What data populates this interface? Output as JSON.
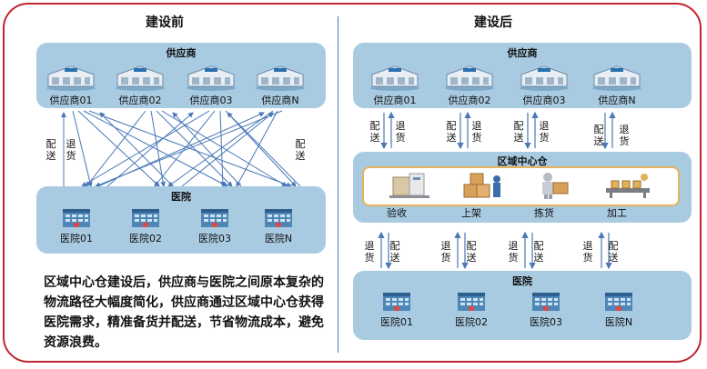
{
  "before": {
    "title": "建设前",
    "supplier_panel": "供应商",
    "suppliers": [
      "供应商01",
      "供应商02",
      "供应商03",
      "供应商N"
    ],
    "hospital_panel": "医院",
    "hospitals": [
      "医院01",
      "医院02",
      "医院03",
      "医院N"
    ],
    "deliver": "配送",
    "return": "退货",
    "summary": "区域中心仓建设后，供应商与医院之间原本复杂的物流路径大幅度简化，供应商通过区域中心仓获得医院需求，精准备货并配送，节省物流成本，避免资源浪费。"
  },
  "after": {
    "title": "建设后",
    "supplier_panel": "供应商",
    "suppliers": [
      "供应商01",
      "供应商02",
      "供应商03",
      "供应商N"
    ],
    "hub_title": "区域中心仓",
    "hub_steps": [
      "验收",
      "上架",
      "拣货",
      "加工"
    ],
    "hospital_panel": "医院",
    "hospitals": [
      "医院01",
      "医院02",
      "医院03",
      "医院N"
    ],
    "deliver": "配送",
    "return": "退货"
  },
  "colors": {
    "border": "#c0262e",
    "panel": "#a9cbe2",
    "arrow": "#4a78b8",
    "hub_border": "#e6b35c"
  }
}
